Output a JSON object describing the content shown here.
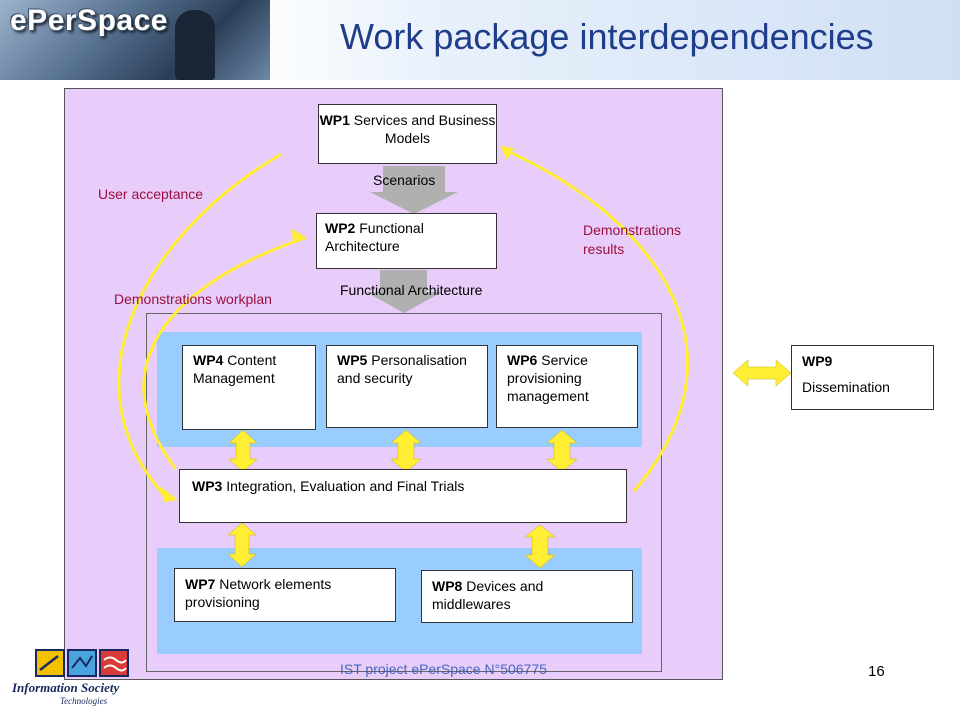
{
  "header": {
    "brand": "ePerSpace",
    "title": "Work package interdependencies"
  },
  "boxes": {
    "wp1": {
      "id": "WP1",
      "text": "Services and Business Models"
    },
    "wp2": {
      "id": "WP2",
      "text": "Functional Architecture"
    },
    "wp3": {
      "id": "WP3",
      "text": "Integration, Evaluation and Final Trials"
    },
    "wp4": {
      "id": "WP4",
      "text": "Content Management"
    },
    "wp5": {
      "id": "WP5",
      "text": "Personalisation and security"
    },
    "wp6": {
      "id": "WP6",
      "text": "Service provisioning management"
    },
    "wp7": {
      "id": "WP7",
      "text": "Network elements provisioning"
    },
    "wp8": {
      "id": "WP8",
      "text": "Devices and middlewares"
    },
    "wp9": {
      "id": "WP9",
      "text": "Dissemination"
    }
  },
  "labels": {
    "scenarios": "Scenarios",
    "functional_architecture": "Functional Architecture",
    "user_acceptance": "User acceptance",
    "demonstrations_results": "Demonstrations results",
    "demonstrations_workplan": "Demonstrations workplan"
  },
  "footer": {
    "project": "IST project ePerSpace N°506775",
    "page_number": "16",
    "logo_line1": "Information Society",
    "logo_line2": "Technologies"
  },
  "colors": {
    "panel": "#e8ccfa",
    "blue_band": "#99ccff",
    "arrow_yellow": "#ffee33",
    "arrow_grey": "#b0b0b0",
    "label_red": "#9a1040",
    "title_blue": "#1f3d8a"
  }
}
